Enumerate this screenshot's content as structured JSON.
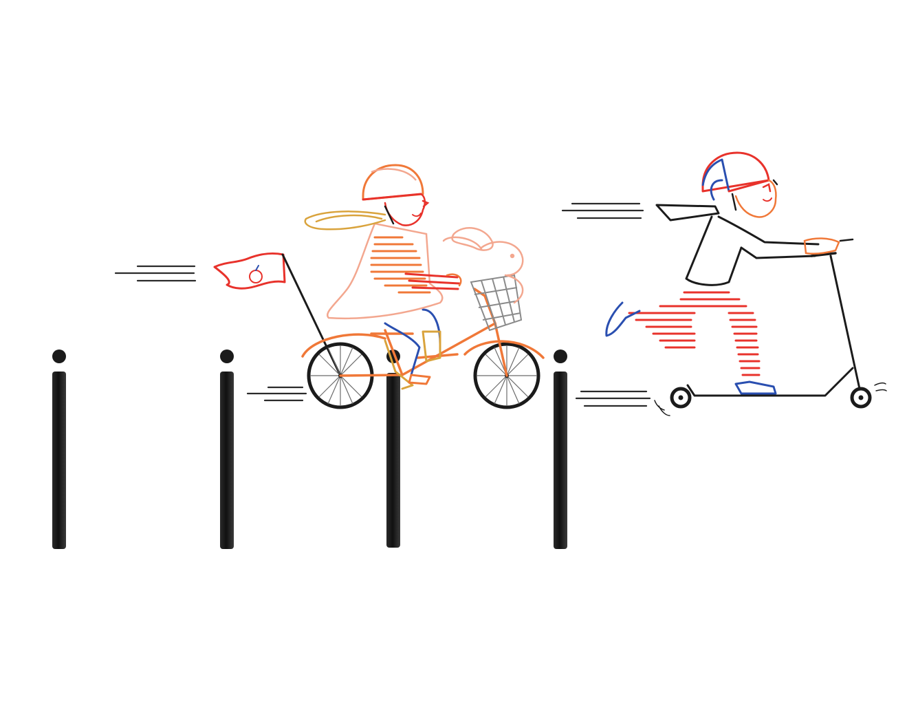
{
  "scene": {
    "background": "#ffffff",
    "subjects": [
      "girl-on-bicycle",
      "boy-on-scooter"
    ],
    "bollard_count": 4,
    "palette": {
      "red": "#e8322b",
      "orange": "#f07838",
      "pink": "#f3a78f",
      "blue": "#2a4fb0",
      "ochre": "#d9a33c",
      "black": "#1b1b1b",
      "gray": "#8a8a8a"
    },
    "icons": [
      "flag-icon",
      "apple-icon",
      "basket-icon",
      "motion-lines-icon"
    ]
  }
}
